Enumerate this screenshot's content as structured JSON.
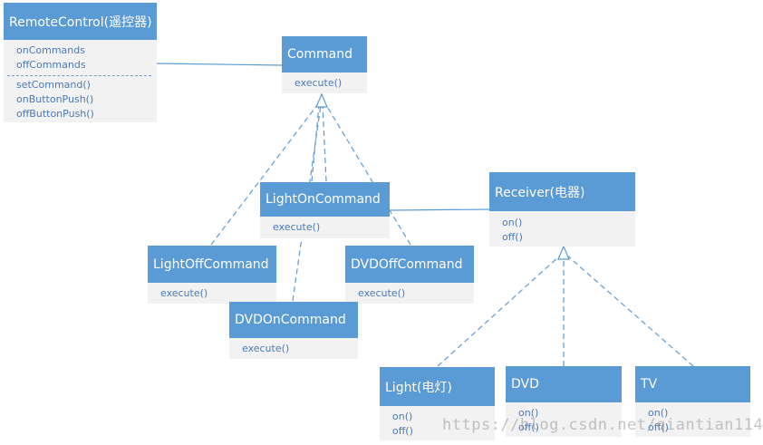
{
  "classes": {
    "remote": {
      "name": "RemoteControl(遥控器)",
      "attrs": [
        "onCommands",
        "offCommands"
      ],
      "methods": [
        "setCommand()",
        "onButtonPush()",
        "offButtonPush()"
      ]
    },
    "command": {
      "name": "Command",
      "methods": [
        "execute()"
      ]
    },
    "lighton": {
      "name": "LightOnCommand",
      "methods": [
        "execute()"
      ]
    },
    "lightoff": {
      "name": "LightOffCommand",
      "methods": [
        "execute()"
      ]
    },
    "dvdoff": {
      "name": "DVDOffCommand",
      "methods": [
        "execute()"
      ]
    },
    "dvdon": {
      "name": "DVDOnCommand",
      "methods": [
        "execute()"
      ]
    },
    "receiver": {
      "name": "Receiver(电器)",
      "methods": [
        "on()",
        "off()"
      ]
    },
    "light": {
      "name": "Light(电灯)",
      "methods": [
        "on()",
        "off()"
      ]
    },
    "dvd": {
      "name": "DVD",
      "methods": [
        "on()",
        "off()"
      ]
    },
    "tv": {
      "name": "TV",
      "methods": [
        "on()",
        "off()"
      ]
    }
  },
  "watermark": "https://blog.csdn.net/qiantian114"
}
